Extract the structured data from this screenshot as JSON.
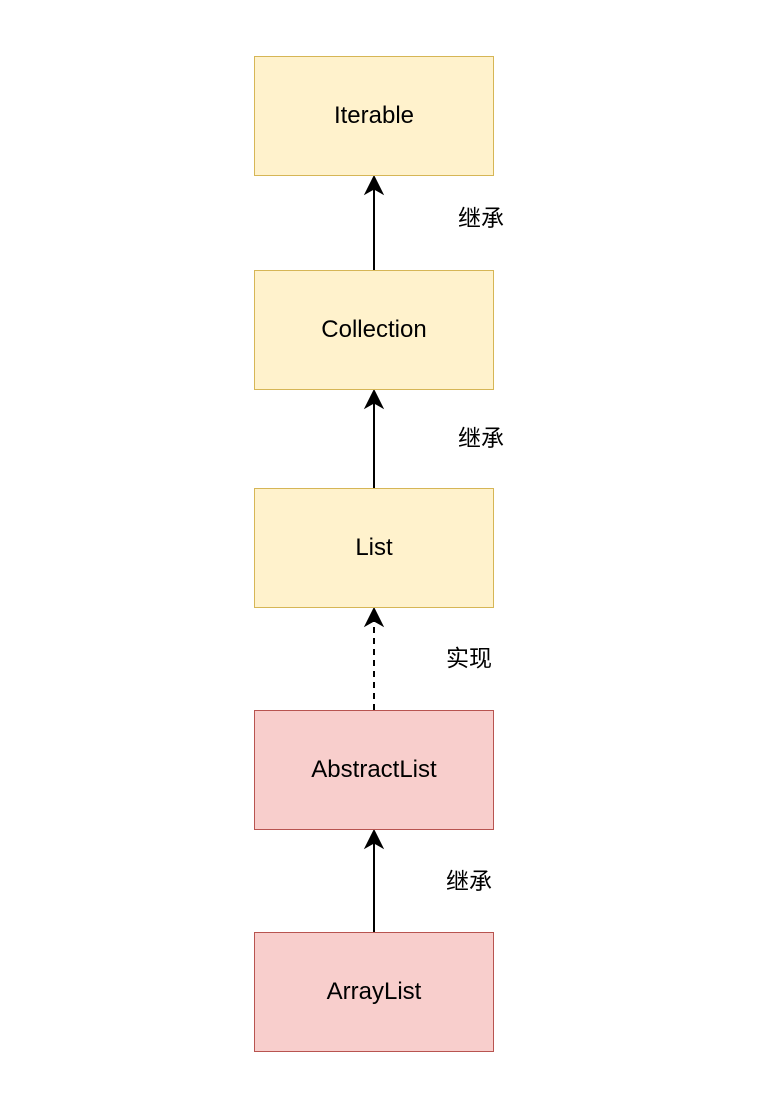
{
  "colors": {
    "interface_fill": "#fff2cc",
    "interface_border": "#d6b656",
    "class_fill": "#f8cecc",
    "class_border": "#b85450",
    "edge": "#000000"
  },
  "nodes": [
    {
      "id": "iterable",
      "label": "Iterable",
      "kind": "interface"
    },
    {
      "id": "collection",
      "label": "Collection",
      "kind": "interface"
    },
    {
      "id": "list",
      "label": "List",
      "kind": "interface"
    },
    {
      "id": "abstractlist",
      "label": "AbstractList",
      "kind": "class"
    },
    {
      "id": "arraylist",
      "label": "ArrayList",
      "kind": "class"
    }
  ],
  "edges": [
    {
      "from": "collection",
      "to": "iterable",
      "label": "继承",
      "style": "solid"
    },
    {
      "from": "list",
      "to": "collection",
      "label": "继承",
      "style": "solid"
    },
    {
      "from": "abstractlist",
      "to": "list",
      "label": "实现",
      "style": "dashed"
    },
    {
      "from": "arraylist",
      "to": "abstractlist",
      "label": "继承",
      "style": "solid"
    }
  ]
}
